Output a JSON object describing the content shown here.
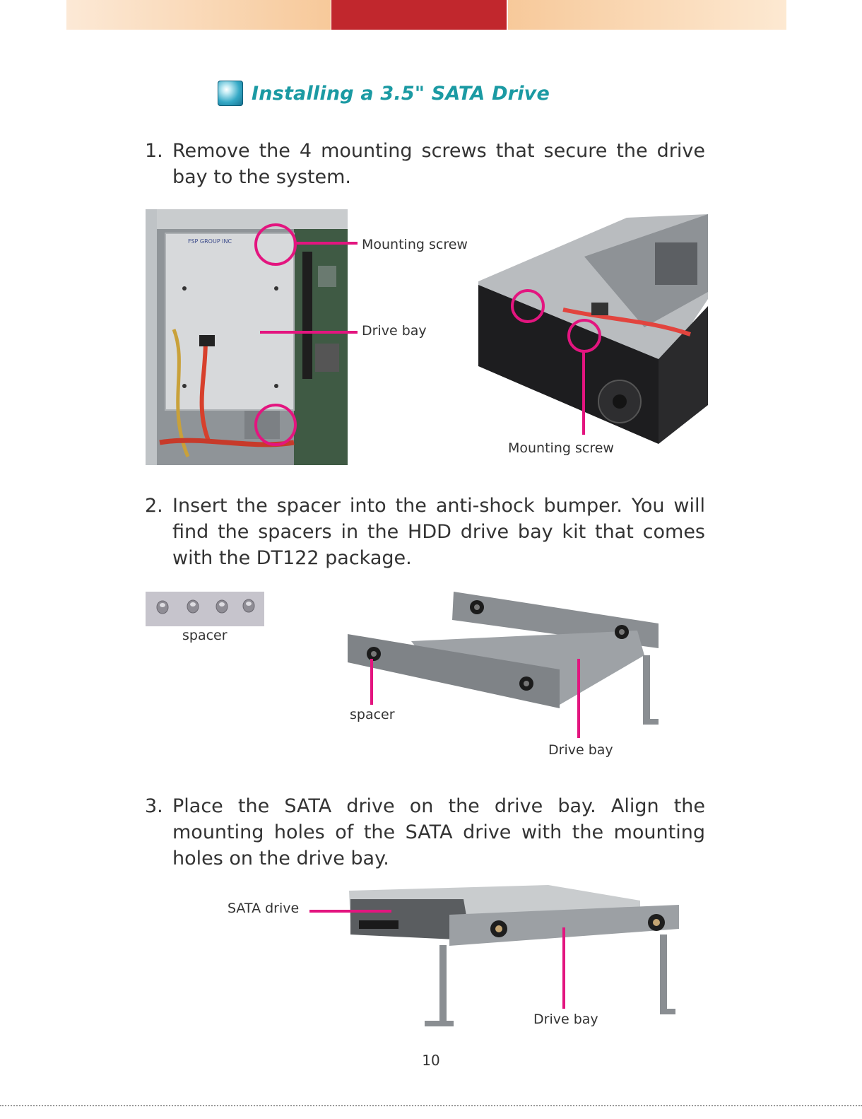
{
  "heading": {
    "icon": "disc-bullet-icon",
    "title": "Installing a 3.5\" SATA Drive"
  },
  "steps": [
    {
      "number": "1.",
      "text": "Remove the 4 mounting screws that secure the drive bay to the system."
    },
    {
      "number": "2.",
      "text": "Insert the spacer into the anti-shock bumper. You will find the spacers in the HDD drive bay kit that comes with the DT122 package."
    },
    {
      "number": "3.",
      "text": "Place the SATA drive on the drive bay. Align the mounting holes of the SATA drive with the mounting holes on the drive bay."
    }
  ],
  "figure1": {
    "label_mounting_screw_top": "Mounting screw",
    "label_drive_bay": "Drive bay",
    "label_mounting_screw_bottom": "Mounting screw"
  },
  "figure2": {
    "label_spacer_small": "spacer",
    "label_spacer": "spacer",
    "label_drive_bay": "Drive bay"
  },
  "figure3": {
    "label_sata_drive": "SATA drive",
    "label_drive_bay": "Drive bay"
  },
  "page_number": "10",
  "colors": {
    "accent_red": "#c1272d",
    "heading_teal": "#1b9aa3",
    "callout_magenta": "#e3157f",
    "banner_peach": "#f7c99a"
  }
}
